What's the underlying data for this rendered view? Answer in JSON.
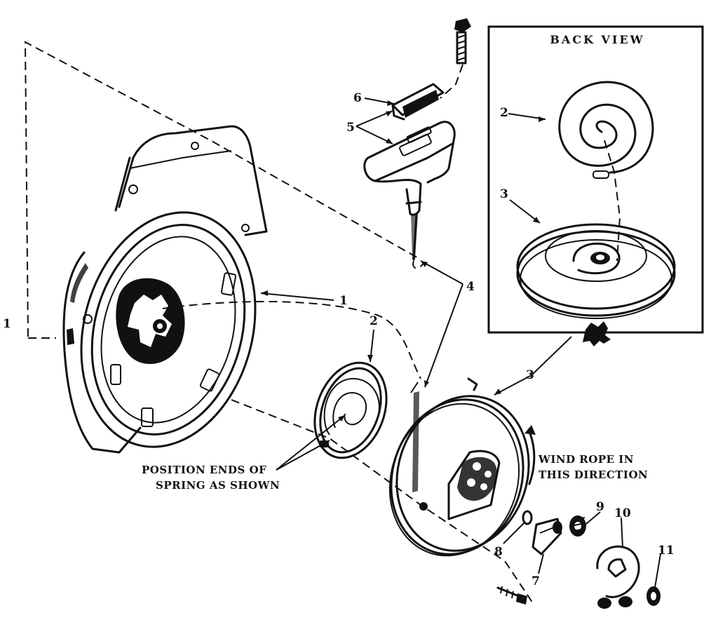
{
  "inset": {
    "title": "BACK VIEW"
  },
  "callouts": {
    "part1": "1",
    "part1_edge": "1",
    "part2": "2",
    "part2_inset": "2",
    "part3": "3",
    "part3_inset": "3",
    "part4": "4",
    "part5": "5",
    "part6": "6",
    "part7": "7",
    "part8": "8",
    "part9": "9",
    "part10": "10",
    "part11": "11"
  },
  "notes": {
    "spring_line1": "POSITION ENDS OF",
    "spring_line2": "SPRING AS SHOWN",
    "rope_line1": "WIND ROPE IN",
    "rope_line2": "THIS DIRECTION"
  },
  "icons": [
    "housing-icon",
    "spring-icon",
    "pulley-icon",
    "handle-icon",
    "screw-icon",
    "pawl-icon",
    "retainer-icon"
  ]
}
